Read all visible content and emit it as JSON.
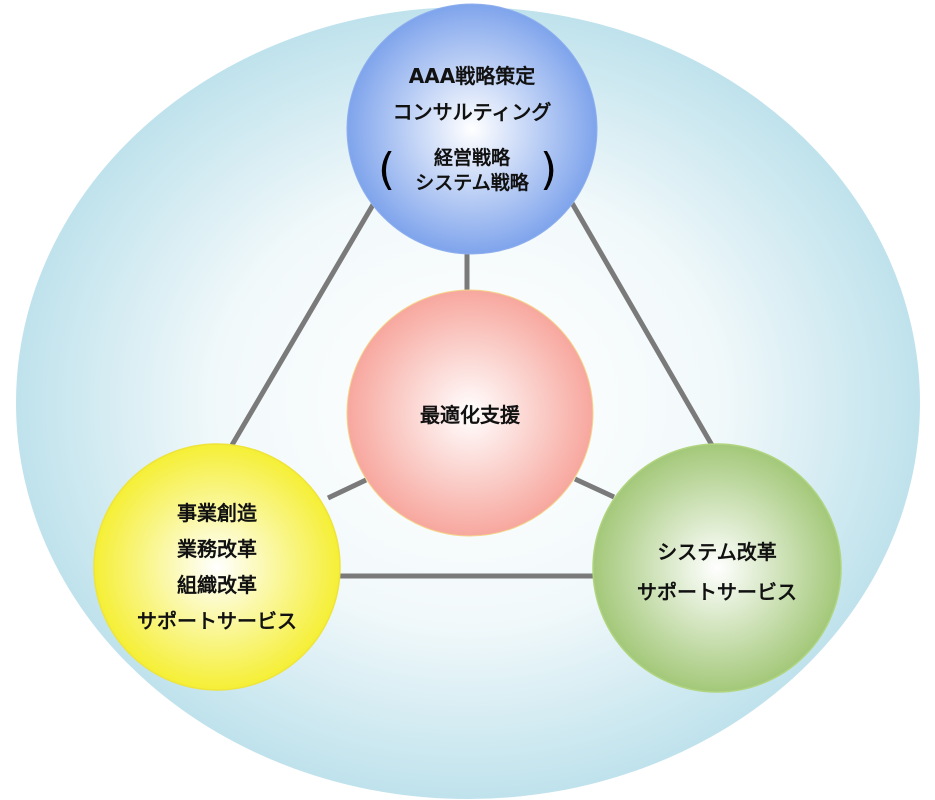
{
  "top_node": {
    "line1": "AAA戦略策定",
    "line2": "コンサルティング",
    "sub1": "経営戦略",
    "sub2": "システム戦略",
    "paren_open": "(",
    "paren_close": ")",
    "color": "#7FA6EE"
  },
  "center_node": {
    "label": "最適化支援",
    "color": "#F8A9A0"
  },
  "left_node": {
    "lines": [
      "事業創造",
      "業務改革",
      "組織改革",
      "サポートサービス"
    ],
    "color": "#F6F13A"
  },
  "right_node": {
    "lines": [
      "システム改革",
      "サポートサービス"
    ],
    "color": "#A6CB7C"
  },
  "background_color": "#BEE2EC"
}
